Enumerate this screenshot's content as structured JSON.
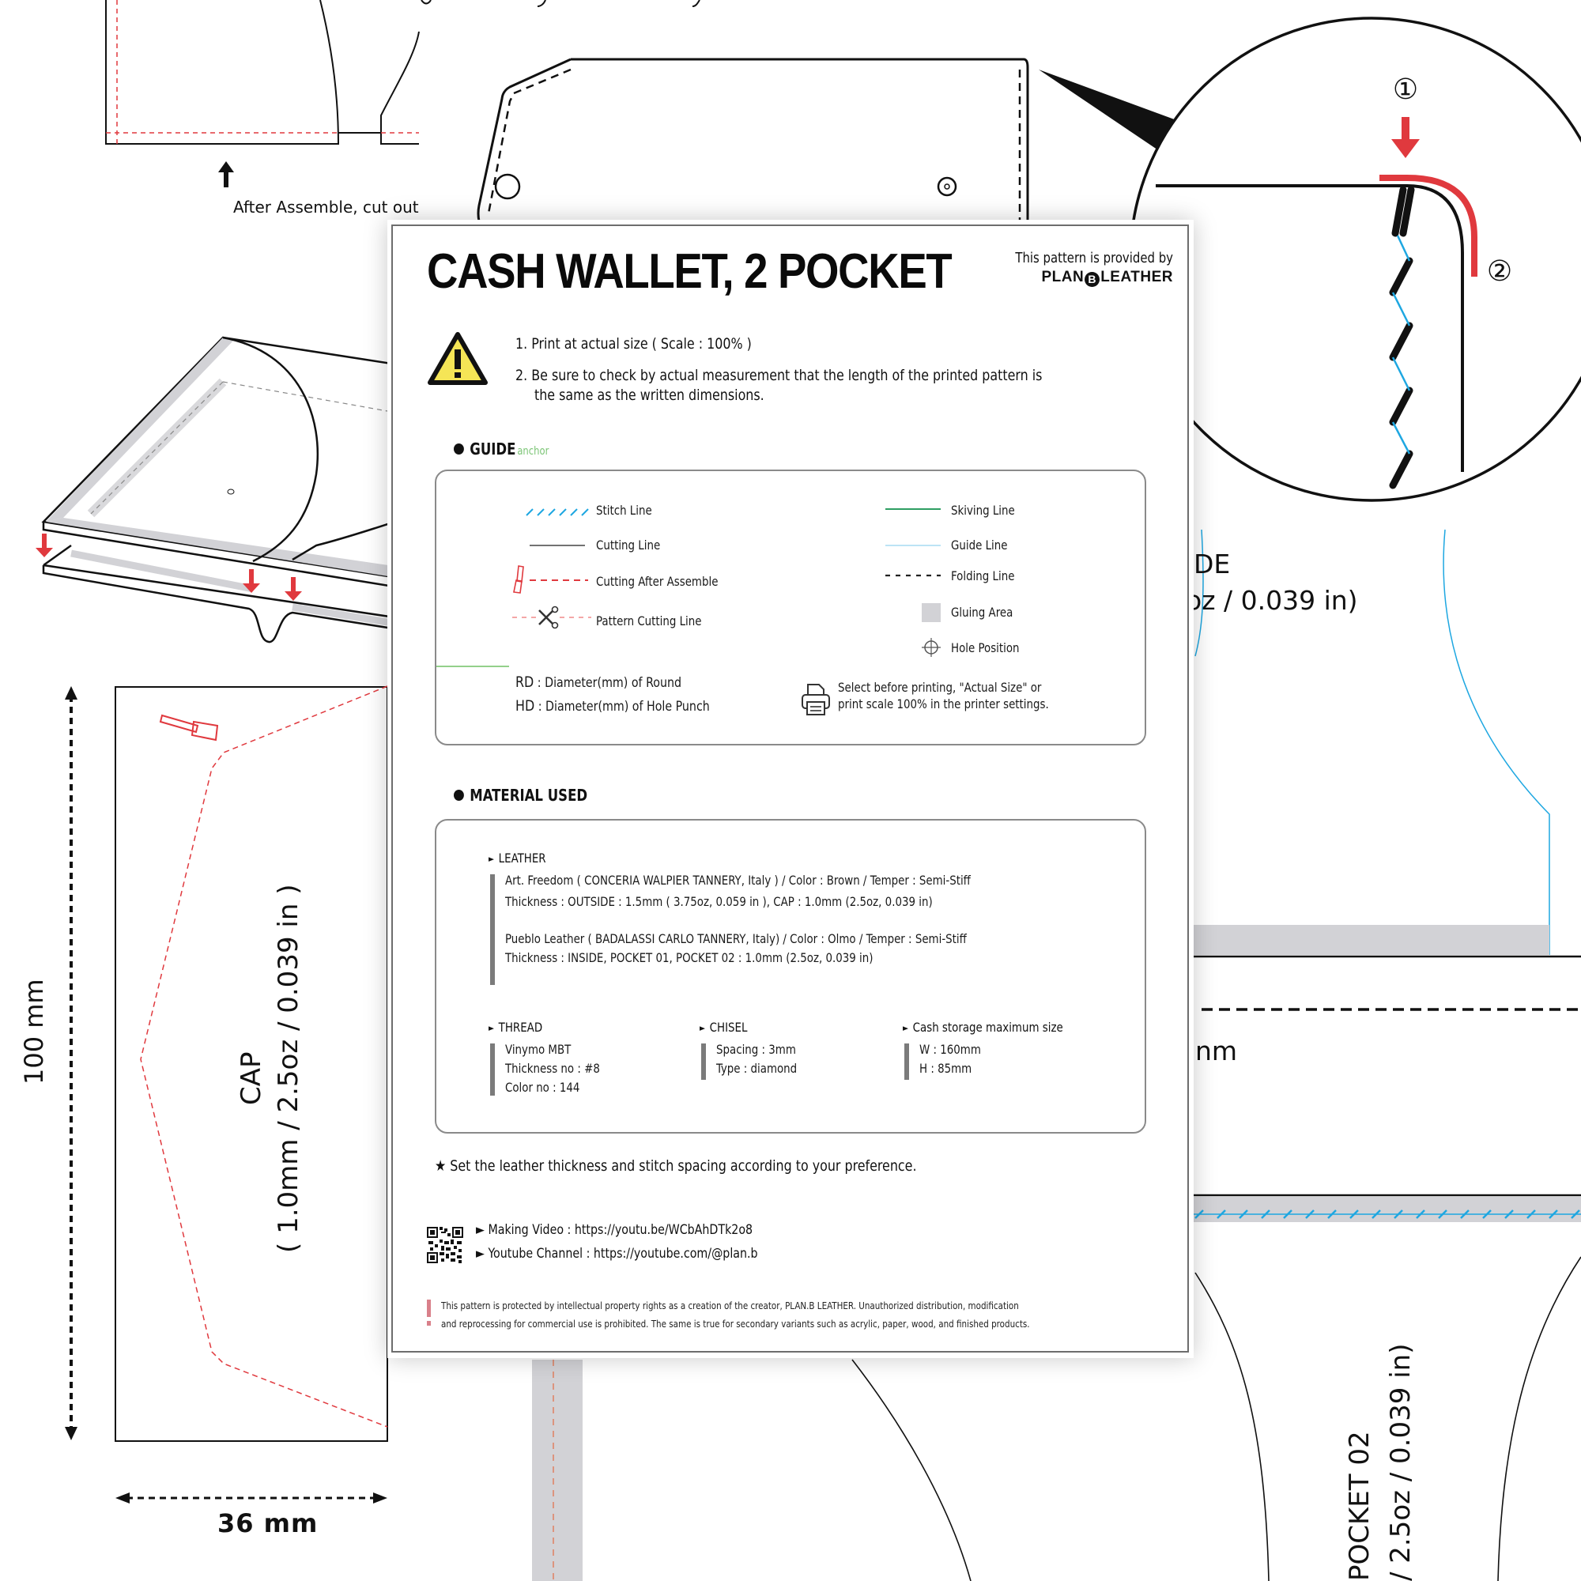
{
  "background": {
    "top_left_note": "After Assemble, cut out",
    "cap_pattern": {
      "name": "CAP",
      "spec": "( 1.0mm  / 2.5oz / 0.039 in )",
      "height_dimension": "100 mm",
      "width_dimension": "36 mm"
    },
    "outside_pattern": {
      "name_fragment": "DE",
      "spec_fragment": "oz / 0.039 in)",
      "dimension_fragment": "nm"
    },
    "pocket02_pattern": {
      "name": "POCKET 02",
      "spec": "/ 2.5oz / 0.039 in)"
    },
    "detail_callouts": [
      "①",
      "②"
    ],
    "colors": {
      "stitch_blue": "#1ea7e1",
      "cut_red": "#e0393e",
      "glue_gray": "#d2d2d6",
      "skiving_green": "#2e9e62",
      "guide_blue": "#a6dcf2"
    }
  },
  "document": {
    "title": "CASH WALLET, 2 POCKET",
    "provided_by": "This pattern is provided by",
    "brand": {
      "left": "PLAN",
      "mark": "B",
      "right": "LEATHER"
    },
    "notices": [
      "1. Print at actual size ( Scale : 100% )",
      "2. Be sure to check by actual measurement that the length of the printed pattern is",
      "the same as the written dimensions."
    ],
    "guide": {
      "heading": "GUIDE",
      "anchor_tag": "anchor",
      "left_items": [
        {
          "icon": "stitch-line-icon",
          "label": "Stitch Line"
        },
        {
          "icon": "cutting-line-icon",
          "label": "Cutting Line"
        },
        {
          "icon": "cutting-after-assemble-icon",
          "label": "Cutting After Assemble"
        },
        {
          "icon": "pattern-cutting-line-icon",
          "label": "Pattern Cutting Line"
        }
      ],
      "right_items": [
        {
          "icon": "skiving-line-icon",
          "label": "Skiving Line"
        },
        {
          "icon": "guide-line-icon",
          "label": "Guide Line"
        },
        {
          "icon": "folding-line-icon",
          "label": "Folding Line"
        },
        {
          "icon": "gluing-area-icon",
          "label": "Gluing Area"
        },
        {
          "icon": "hole-position-icon",
          "label": "Hole Position"
        }
      ],
      "rd_key": "RD",
      "rd_text": " : Diameter(mm) of Round",
      "hd_key": "HD",
      "hd_text": " : Diameter(mm) of Hole Punch",
      "print_note_1": "Select before printing, \"Actual Size\" or",
      "print_note_2": "print scale 100% in the printer settings."
    },
    "material": {
      "heading": "MATERIAL USED",
      "leather": {
        "heading": "LEATHER",
        "line1": "Art. Freedom  ( CONCERIA WALPIER TANNERY,  Italy )   /   Color : Brown   /   Temper : Semi-Stiff",
        "line2": "Thickness :  OUTSIDE : 1.5mm ( 3.75oz, 0.059 in ),      CAP : 1.0mm (2.5oz, 0.039 in)",
        "line3": "Pueblo Leather ( BADALASSI CARLO TANNERY,  Italy)   /   Color : Olmo   /   Temper : Semi-Stiff",
        "line4": "Thickness :  INSIDE, POCKET 01, POCKET 02 : 1.0mm (2.5oz, 0.039 in)"
      },
      "thread": {
        "heading": "THREAD",
        "lines": [
          "Vinymo MBT",
          "Thickness no : #8",
          "Color no : 144"
        ]
      },
      "chisel": {
        "heading": "CHISEL",
        "lines": [
          "Spacing : 3mm",
          "Type : diamond"
        ]
      },
      "cash": {
        "heading": "Cash storage maximum size",
        "lines": [
          "W : 160mm",
          "H : 85mm"
        ]
      }
    },
    "preference_note": "★ Set the leather thickness and stitch spacing according to your preference.",
    "links": {
      "video_label": "► Making Video : https://youtu.be/WCbAhDTk2o8",
      "channel_label": "► Youtube Channel : https://youtube.com/@plan.b"
    },
    "legal": {
      "line1": "This pattern is protected by intellectual property rights as a creation of the creator, PLAN.B LEATHER. Unauthorized distribution, modification",
      "line2": "and reprocessing for commercial use is prohibited. The same is true for secondary variants such as acrylic, paper, wood, and finished products."
    }
  }
}
